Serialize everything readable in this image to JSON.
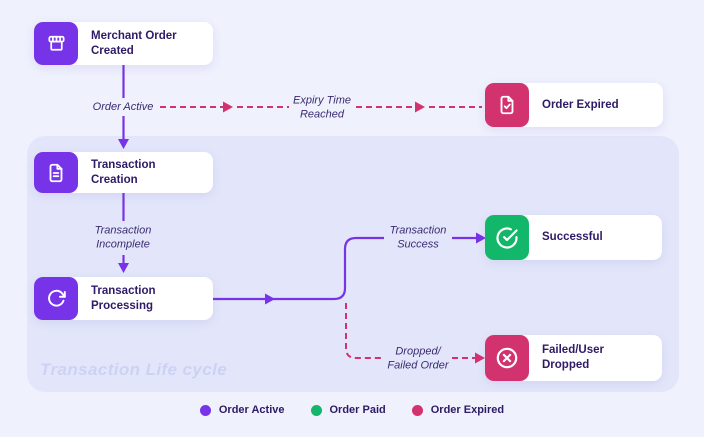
{
  "colors": {
    "background": "#eff1fd",
    "panel_background": "#e3e6fa",
    "purple": "#7733e8",
    "green": "#12b76a",
    "pink": "#d2336e",
    "text_dark": "#2e1a66",
    "watermark": "#cdd2f3"
  },
  "panel": {
    "watermark": "Transaction Life cycle"
  },
  "nodes": {
    "merchant": {
      "label": "Merchant Order Created",
      "icon": "storefront-icon",
      "accent": "#7733e8"
    },
    "creation": {
      "label": "Transaction Creation",
      "icon": "file-document-icon",
      "accent": "#7733e8"
    },
    "processing": {
      "label": "Transaction Processing",
      "icon": "refresh-icon",
      "accent": "#7733e8"
    },
    "expired": {
      "label": "Order Expired",
      "icon": "file-check-icon",
      "accent": "#d2336e"
    },
    "successful": {
      "label": "Successful",
      "icon": "check-circle-icon",
      "accent": "#12b76a"
    },
    "failed": {
      "label": "Failed/User Dropped",
      "icon": "x-circle-icon",
      "accent": "#d2336e"
    }
  },
  "edge_labels": {
    "order_active": "Order Active",
    "expiry_time": "Expiry Time\nReached",
    "incomplete": "Transaction\nIncomplete",
    "success": "Transaction\nSuccess",
    "dropped": "Dropped/\nFailed Order"
  },
  "legend": {
    "items": [
      {
        "label": "Order Active",
        "color": "#7733e8"
      },
      {
        "label": "Order Paid",
        "color": "#12b76a"
      },
      {
        "label": "Order Expired",
        "color": "#d2336e"
      }
    ]
  }
}
